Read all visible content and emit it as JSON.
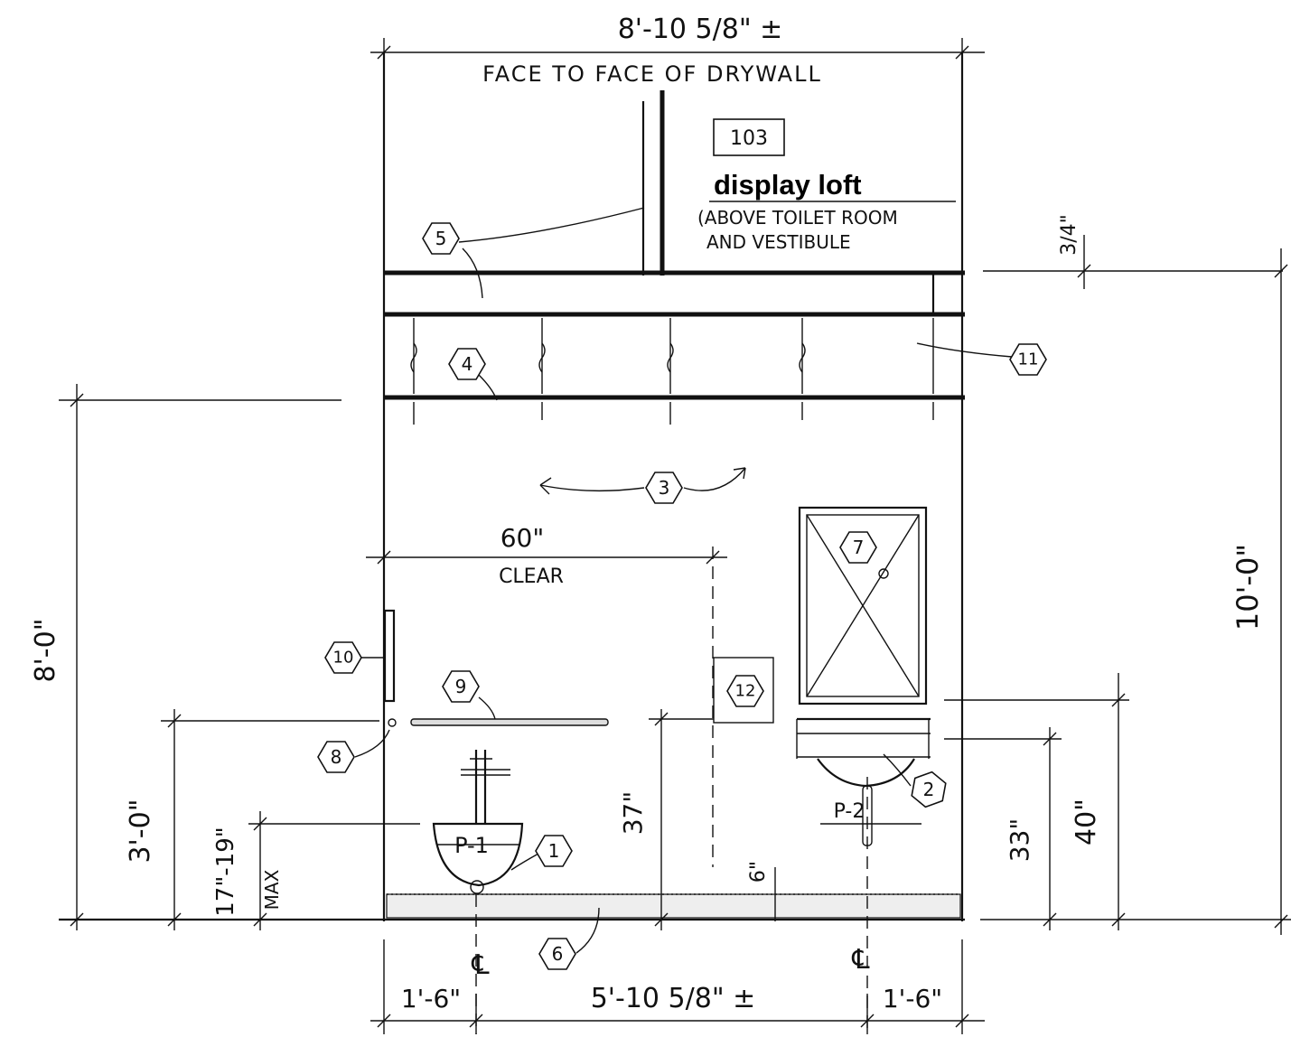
{
  "dimensions": {
    "overall_width": "8'-10 5/8\" ±",
    "face_to_face": "FACE TO FACE OF DRYWALL",
    "loft_dim": "3/4\"",
    "height_total": "10'-0\"",
    "height_left": "8'-0\"",
    "clear_dim": "60\"",
    "clear_label": "CLEAR",
    "grab_bar_height": "3'-0\"",
    "lav_height": "17\"-19\"",
    "lav_max": "MAX",
    "dim_37": "37\"",
    "dim_6": "6\"",
    "dim_33": "33\"",
    "dim_40": "40\"",
    "bottom_left": "1'-6\"",
    "bottom_mid": "5'-10 5/8\" ±",
    "bottom_right": "1'-6\""
  },
  "room": {
    "number": "103",
    "name": "display loft",
    "note_line1": "(ABOVE TOILET ROOM",
    "note_line2": "AND VESTIBULE"
  },
  "fixture_labels": {
    "p1": "P-1",
    "p2": "P-2",
    "centerline": "℄"
  },
  "keynotes": [
    "1",
    "2",
    "3",
    "4",
    "5",
    "6",
    "7",
    "8",
    "9",
    "10",
    "11",
    "12"
  ]
}
